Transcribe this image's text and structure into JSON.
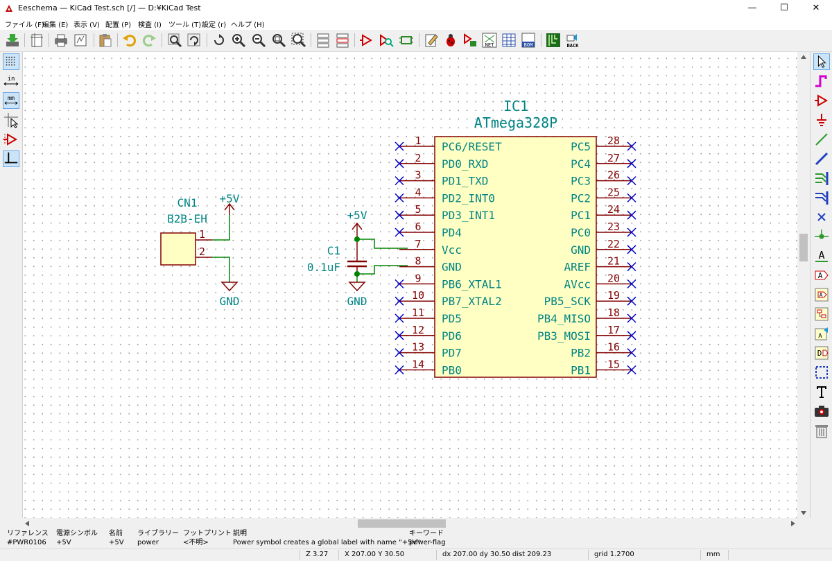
{
  "window": {
    "title": "Eeschema — KiCad Test.sch [/] — D:¥KiCad Test",
    "minimize_glyph": "—",
    "maximize_glyph": "☐",
    "close_glyph": "✕"
  },
  "menu": [
    "ファイル (F)",
    "編集 (E)",
    "表示 (V)",
    "配置 (P)",
    "検査 (I)",
    "ツール (T)",
    "設定 (r)",
    "ヘルプ (H)"
  ],
  "left_toolbar": {
    "inch_label": "in",
    "mm_label": "mm"
  },
  "toolbar": {
    "net_label": "NET",
    "bom_label": "BOM",
    "back_label": "BACK"
  },
  "schematic": {
    "ic": {
      "reference": "IC1",
      "value": "ATmega328P",
      "left_pins": [
        {
          "num": "1",
          "name": "PC6/RESET"
        },
        {
          "num": "2",
          "name": "PD0_RXD"
        },
        {
          "num": "3",
          "name": "PD1_TXD"
        },
        {
          "num": "4",
          "name": "PD2_INT0"
        },
        {
          "num": "5",
          "name": "PD3_INT1"
        },
        {
          "num": "6",
          "name": "PD4"
        },
        {
          "num": "7",
          "name": "Vcc"
        },
        {
          "num": "8",
          "name": "GND"
        },
        {
          "num": "9",
          "name": "PB6_XTAL1"
        },
        {
          "num": "10",
          "name": "PB7_XTAL2"
        },
        {
          "num": "11",
          "name": "PD5"
        },
        {
          "num": "12",
          "name": "PD6"
        },
        {
          "num": "13",
          "name": "PD7"
        },
        {
          "num": "14",
          "name": "PB0"
        }
      ],
      "right_pins": [
        {
          "num": "28",
          "name": "PC5"
        },
        {
          "num": "27",
          "name": "PC4"
        },
        {
          "num": "26",
          "name": "PC3"
        },
        {
          "num": "25",
          "name": "PC2"
        },
        {
          "num": "24",
          "name": "PC1"
        },
        {
          "num": "23",
          "name": "PC0"
        },
        {
          "num": "22",
          "name": "GND"
        },
        {
          "num": "21",
          "name": "AREF"
        },
        {
          "num": "20",
          "name": "AVcc"
        },
        {
          "num": "19",
          "name": "PB5_SCK"
        },
        {
          "num": "18",
          "name": "PB4_MISO"
        },
        {
          "num": "17",
          "name": "PB3_MOSI"
        },
        {
          "num": "16",
          "name": "PB2"
        },
        {
          "num": "15",
          "name": "PB1"
        }
      ]
    },
    "connector": {
      "reference": "CN1",
      "value": "B2B-EH",
      "pin1": "1",
      "pin2": "2"
    },
    "capacitor": {
      "reference": "C1",
      "value": "0.1uF"
    },
    "power": {
      "vcc_label": "+5V",
      "gnd_label": "GND"
    },
    "colors": {
      "wire": "#008400",
      "component": "#840000",
      "text": "#008484",
      "nc": "#0000c8",
      "junction": "#008400"
    }
  },
  "info_panel": {
    "columns": [
      {
        "header": "リファレンス",
        "value": "#PWR0106"
      },
      {
        "header": "電源シンボル",
        "value": "+5V"
      },
      {
        "header": "名前",
        "value": "+5V"
      },
      {
        "header": "ライブラリー",
        "value": "power"
      },
      {
        "header": "フットプリント",
        "value": "<不明>"
      },
      {
        "header": "説明",
        "value": "Power symbol creates a global label with name \"+5V\""
      },
      {
        "header": "キーワード",
        "value": "power-flag"
      }
    ]
  },
  "status": {
    "zoom": "Z 3.27",
    "cursor": "X 207.00  Y 30.50",
    "delta": "dx 207.00  dy 30.50  dist 209.23",
    "grid": "grid 1.2700",
    "units": "mm"
  }
}
